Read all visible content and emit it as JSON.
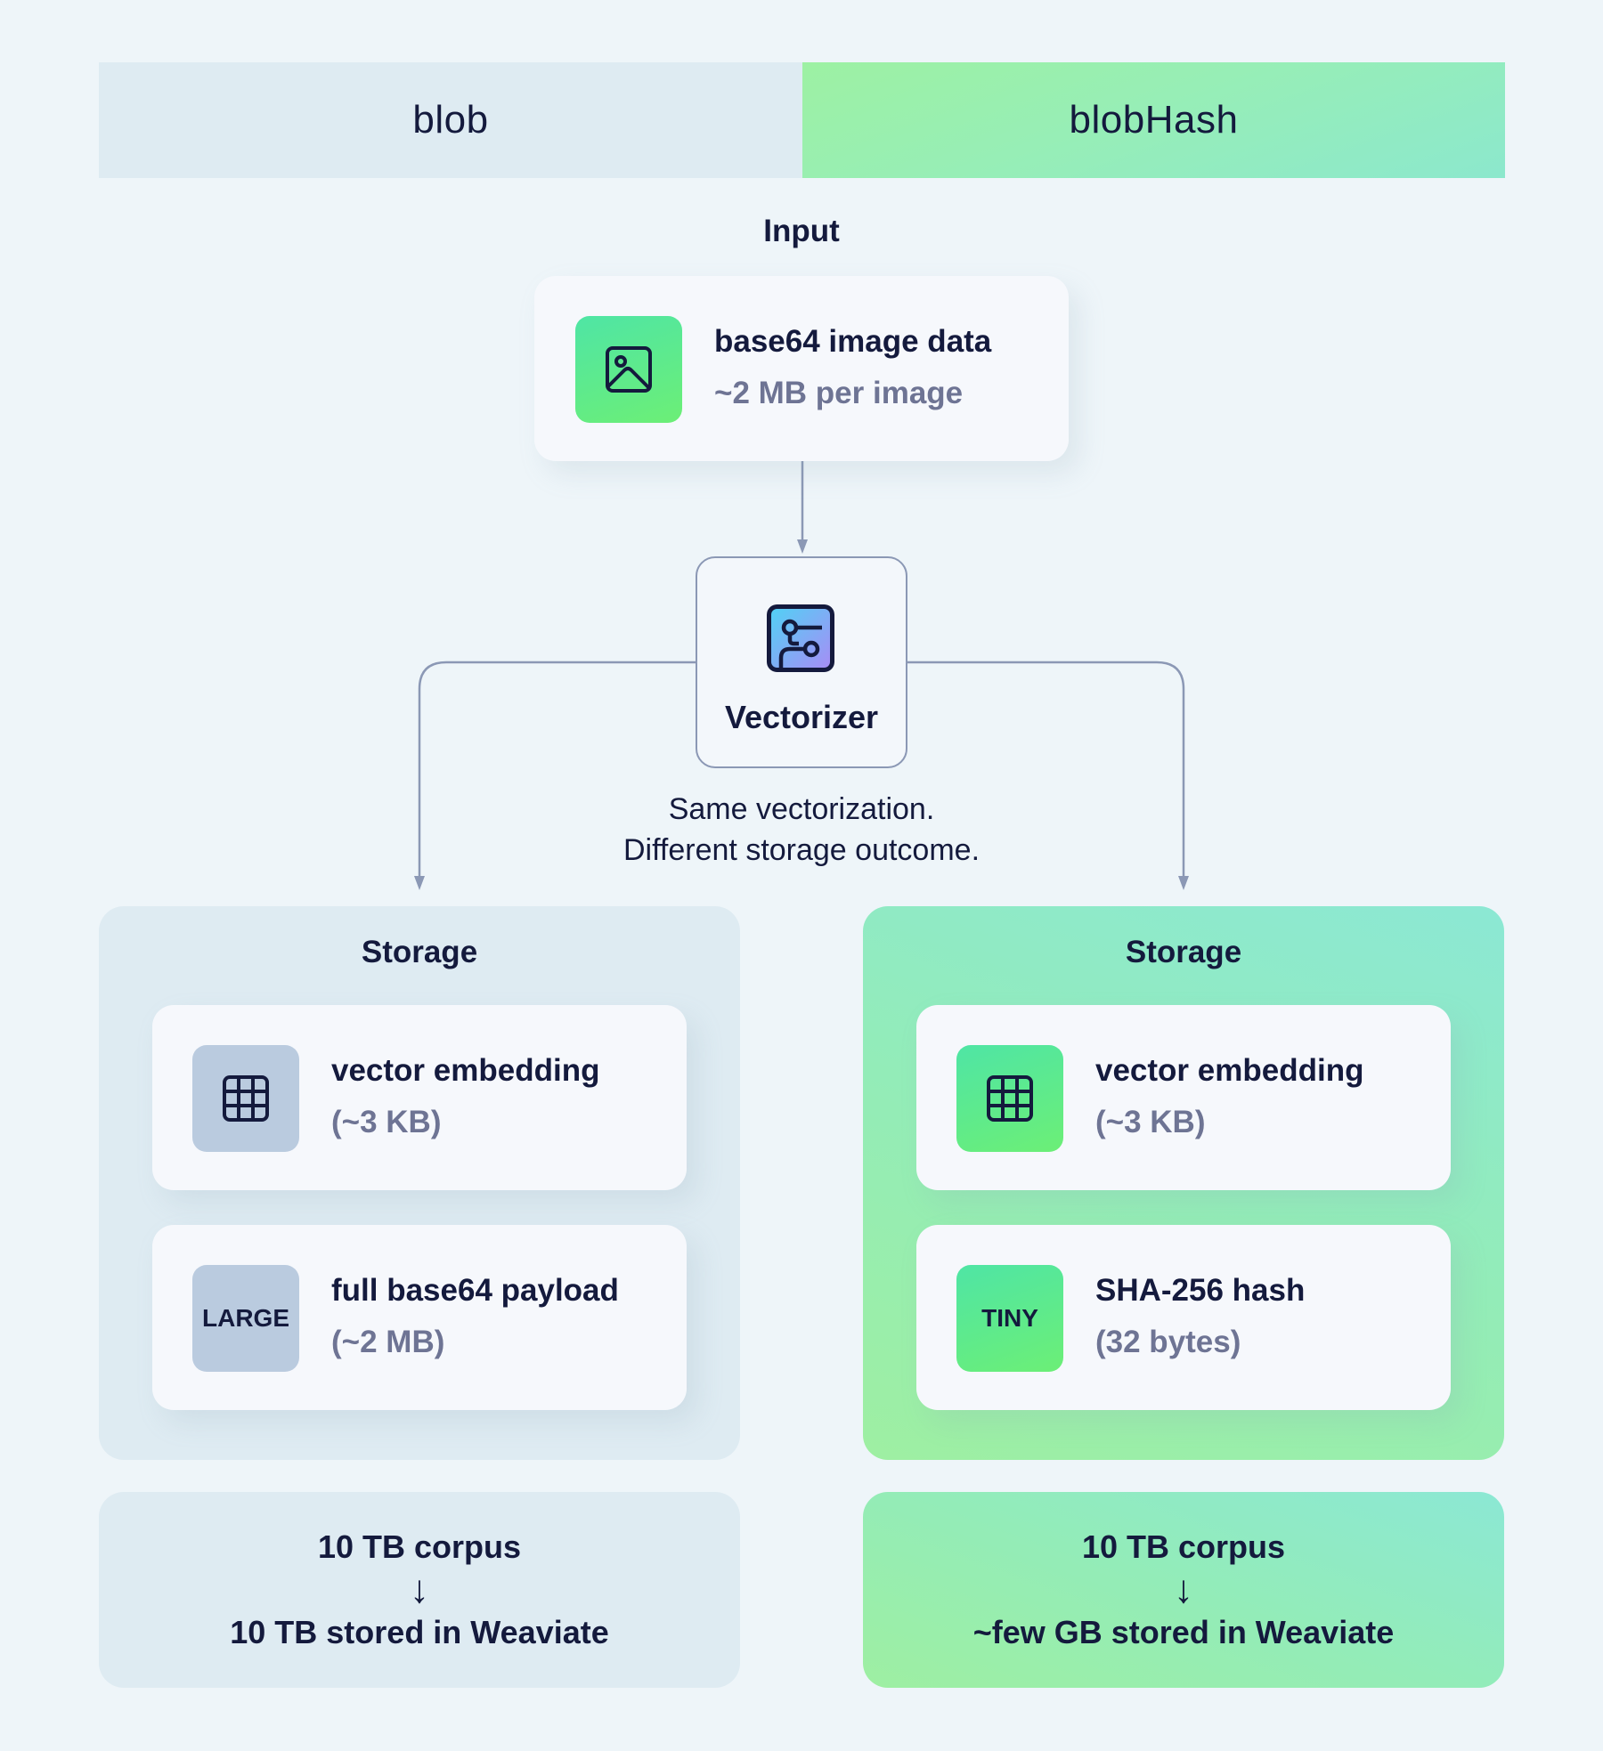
{
  "header": {
    "left_label": "blob",
    "right_label": "blobHash"
  },
  "input": {
    "label": "Input",
    "title": "base64 image data",
    "subtitle": "~2 MB per image"
  },
  "vectorizer": {
    "label": "Vectorizer",
    "caption_line1": "Same vectorization.",
    "caption_line2": "Different storage outcome."
  },
  "blob": {
    "storage_label": "Storage",
    "items": [
      {
        "title": "vector embedding",
        "subtitle": "(~3 KB)",
        "icon": "grid-icon"
      },
      {
        "title": "full base64 payload",
        "subtitle": "(~2 MB)",
        "badge": "LARGE"
      }
    ],
    "summary": {
      "line1": "10 TB corpus",
      "arrow": "↓",
      "line2": "10 TB stored in Weaviate"
    }
  },
  "blobhash": {
    "storage_label": "Storage",
    "items": [
      {
        "title": "vector embedding",
        "subtitle": "(~3 KB)",
        "icon": "grid-icon"
      },
      {
        "title": "SHA-256 hash",
        "subtitle": "(32 bytes)",
        "badge": "TINY"
      }
    ],
    "summary": {
      "line1": "10 TB corpus",
      "arrow": "↓",
      "line2": "~few GB stored in Weaviate"
    }
  },
  "colors": {
    "background": "#eef5f9",
    "blob_panel": "#deebf2",
    "blobhash_gradient_start": "#8ce8d4",
    "blobhash_gradient_end": "#9eefa2",
    "text": "#141a3d",
    "subtext": "#6e7494",
    "connector": "#8b98b5"
  }
}
